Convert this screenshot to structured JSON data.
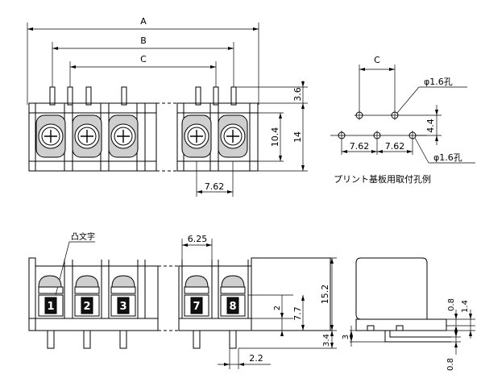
{
  "dims": {
    "A": "A",
    "B": "B",
    "C": "C",
    "C_pcb": "C",
    "h_3_6": "3.6",
    "h_10_4": "10.4",
    "h_14": "14",
    "w_7_62": "7.62",
    "pcb_4_4": "4.4",
    "pcb_7_62a": "7.62",
    "pcb_7_62b": "7.62",
    "hole_1": "φ1.6孔",
    "hole_2": "φ1.6孔",
    "pcb_caption": "プリント基板用取付孔例",
    "raised_text": "凸文字",
    "w_6_25": "6.25",
    "h_15_2": "15.2",
    "h_7_7": "7.7",
    "h_2": "2",
    "h_3_4": "3.4",
    "w_2_2": "2.2",
    "side_3": "3",
    "side_0_8a": "0.8",
    "side_1_4": "1.4",
    "side_0_8b": "0.8"
  },
  "terminals": {
    "t1": "1",
    "t2": "2",
    "t3": "3",
    "t7": "7",
    "t8": "8"
  }
}
